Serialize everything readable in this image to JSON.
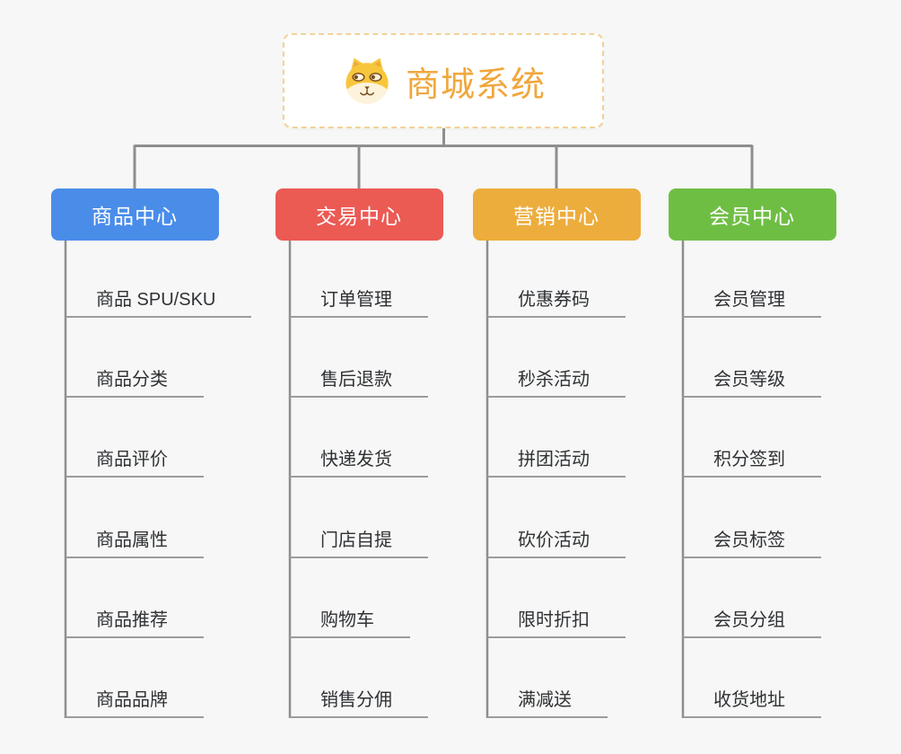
{
  "root": {
    "title": "商城系统",
    "icon": "doge-icon"
  },
  "branches": [
    {
      "label": "商品中心",
      "color": "#4a8de9",
      "children": [
        "商品 SPU/SKU",
        "商品分类",
        "商品评价",
        "商品属性",
        "商品推荐",
        "商品品牌"
      ]
    },
    {
      "label": "交易中心",
      "color": "#ec5a54",
      "children": [
        "订单管理",
        "售后退款",
        "快递发货",
        "门店自提",
        "购物车",
        "销售分佣"
      ]
    },
    {
      "label": "营销中心",
      "color": "#ecad3d",
      "children": [
        "优惠券码",
        "秒杀活动",
        "拼团活动",
        "砍价活动",
        "限时折扣",
        "满减送"
      ]
    },
    {
      "label": "会员中心",
      "color": "#6fbe44",
      "children": [
        "会员管理",
        "会员等级",
        "积分签到",
        "会员标签",
        "会员分组",
        "收货地址"
      ]
    }
  ],
  "colors": {
    "background": "#f6f7f6",
    "connector": "#8e8e8e",
    "underline": "#9c9c9c",
    "root_text": "#f0a73c",
    "root_border": "#f3d197",
    "topic_text": "#2f3135"
  }
}
